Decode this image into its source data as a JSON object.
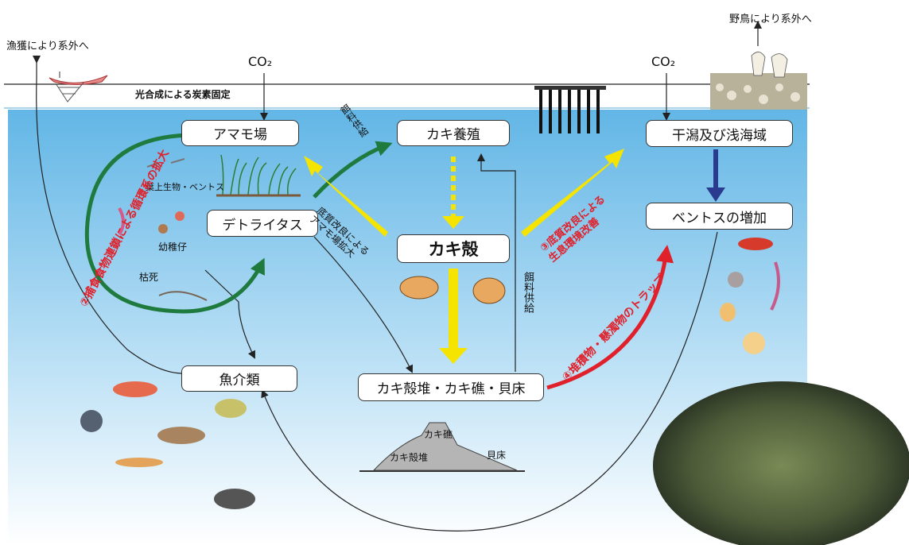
{
  "top_labels": {
    "fishing_out": "漁獲により系外へ",
    "birds_out": "野鳥により系外へ",
    "co2_left": "CO₂",
    "co2_right": "CO₂",
    "photosynthesis": "光合成による炭素固定"
  },
  "nodes": {
    "eelgrass": "アマモ場",
    "oyster_culture": "カキ養殖",
    "tidal_flat": "干潟及び浅海域",
    "detritus": "デトライタス",
    "oyster_shell": "カキ殻",
    "benthos_increase": "ベントスの増加",
    "fish_shellfish": "魚介類",
    "oyster_reef": "カキ殻堆・カキ礁・貝床"
  },
  "flow_labels": {
    "feed_supply_1": "餌料供給",
    "feed_supply_2": "餌料供給",
    "eelgrass_expand": "底質改良による\nアマモ場拡大",
    "epiphytes": "葉上生物・ベントス",
    "juvenile": "幼稚仔",
    "withered": "枯死"
  },
  "red_labels": {
    "r1": "②捕食食物連鎖による循環系の拡大",
    "r3": "③底質改良による\n生息環境改善",
    "r4": "④堆積物・懸濁物のトラップ"
  },
  "reef_labels": {
    "reef": "カキ礁",
    "pile": "カキ殻堆",
    "bed": "貝床"
  },
  "colors": {
    "water": "#7fc3ea",
    "green_arrow": "#1f7a3e",
    "yellow_arrow": "#f5e400",
    "red_arrow": "#e0202a",
    "navy_arrow": "#2a3a8f"
  }
}
